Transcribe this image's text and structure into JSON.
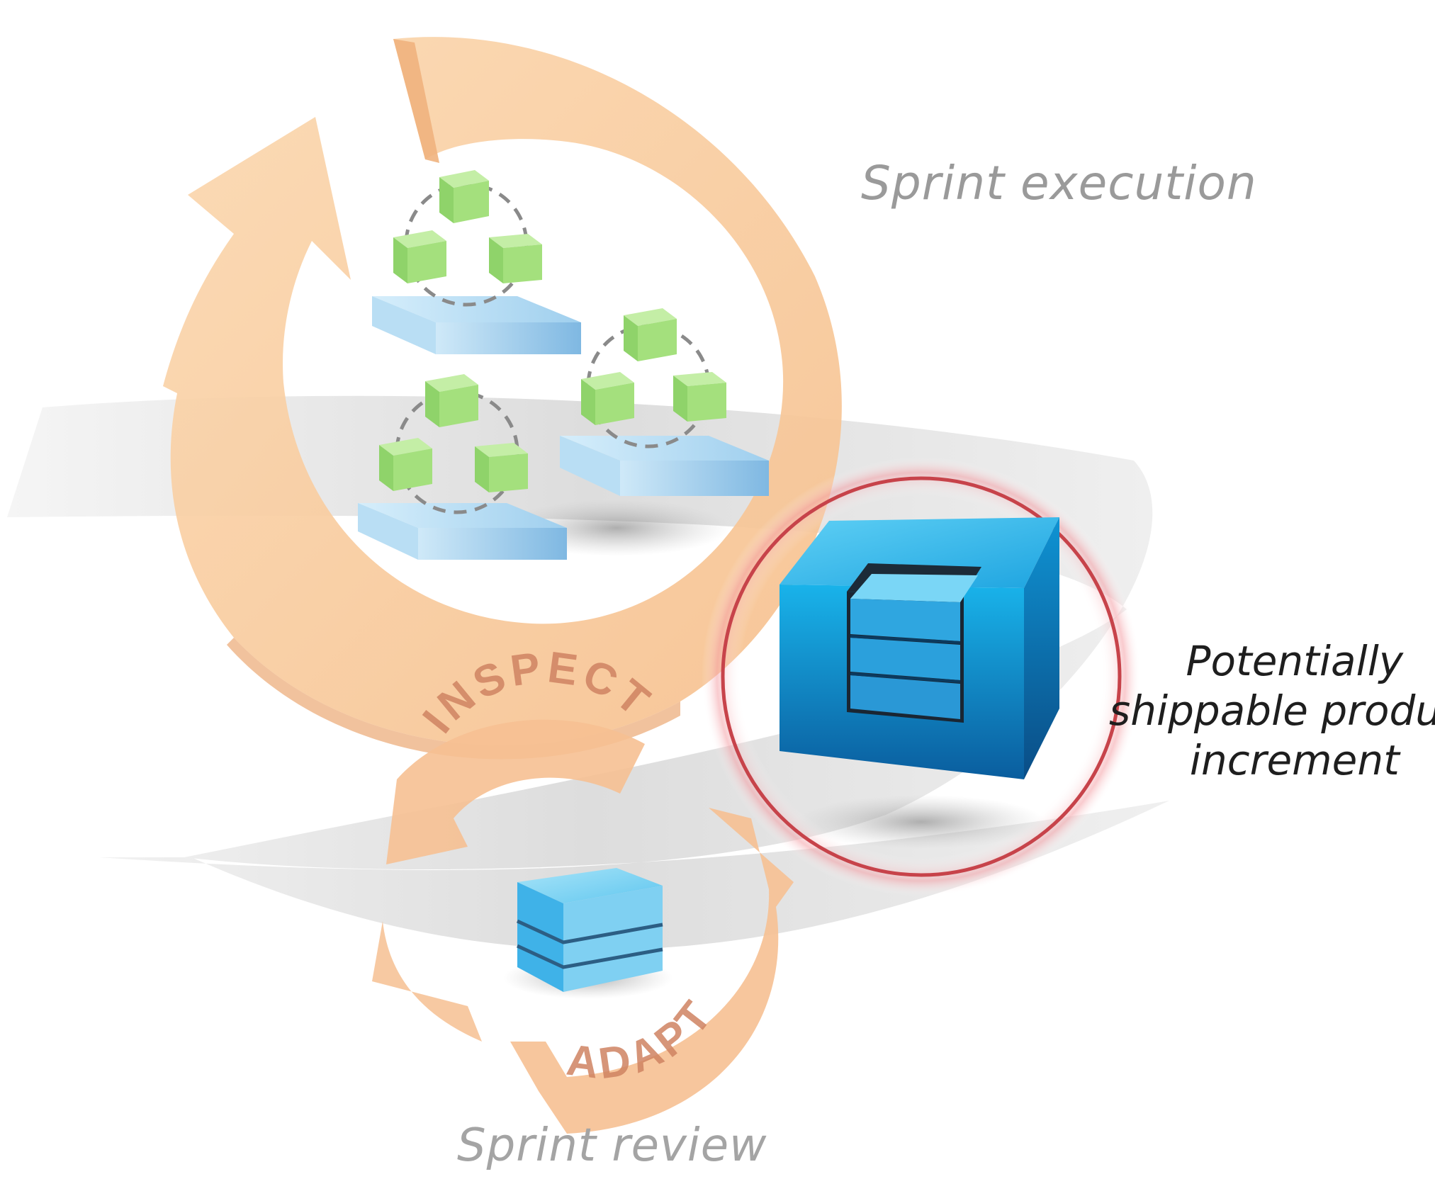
{
  "diagram": {
    "labels": {
      "sprint_execution": "Sprint execution",
      "sprint_review": "Sprint review",
      "increment_line1": "Potentially",
      "increment_line2": "shippable product",
      "increment_line3": "increment"
    },
    "review_cycle": {
      "inspect": "INSPECT",
      "adapt": "ADAPT"
    },
    "colors": {
      "execution_arrow": "#f7c99a",
      "review_arrow": "#f6c092",
      "task_cube": "#9fdc7c",
      "story_slab": "#a9d8f0",
      "increment_cube": "#1a8fd0",
      "highlight_ring": "#c7434a",
      "path": "#dcdcdc"
    }
  }
}
